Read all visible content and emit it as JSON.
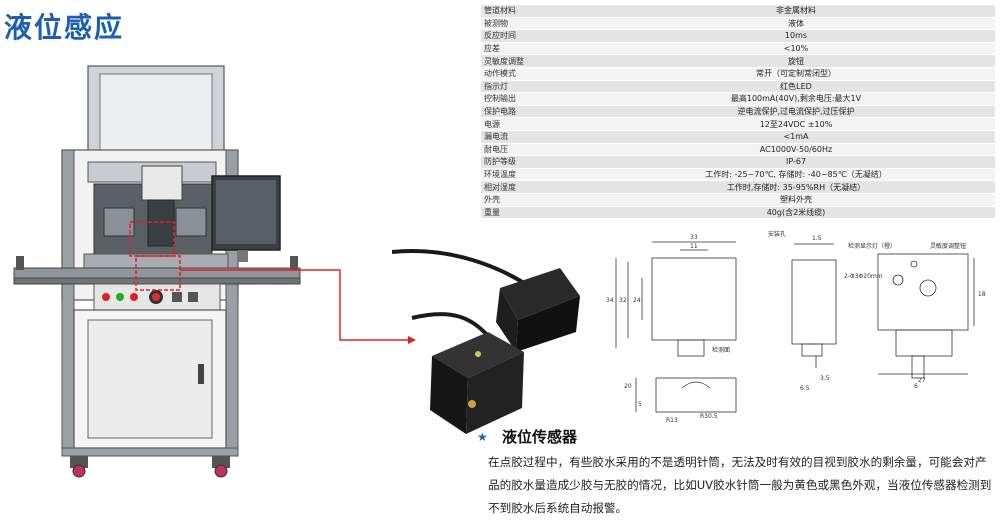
{
  "title": "液位感应",
  "spec_rows": [
    {
      "label": "管道材料",
      "value": "非金属材料"
    },
    {
      "label": "被测物",
      "value": "液体"
    },
    {
      "label": "反应时间",
      "value": "10ms"
    },
    {
      "label": "应差",
      "value": "<10%"
    },
    {
      "label": "灵敏度调整",
      "value": "旋钮"
    },
    {
      "label": "动作模式",
      "value": "常开（可定制常闭型）"
    },
    {
      "label": "指示灯",
      "value": "红色LED"
    },
    {
      "label": "控制输出",
      "value": "最高100mA(40V),剩余电压:最大1V"
    },
    {
      "label": "保护电路",
      "value": "逆电流保护,过电流保护,过压保护"
    },
    {
      "label": "电源",
      "value": "12至24VDC ±10%"
    },
    {
      "label": "漏电流",
      "value": "<1mA"
    },
    {
      "label": "耐电压",
      "value": "AC1000V-50/60Hz"
    },
    {
      "label": "防护等级",
      "value": "IP-67"
    },
    {
      "label": "环境温度",
      "value": "工作时: -25~70℃, 存储时: -40~85℃（无凝结）"
    },
    {
      "label": "相对湿度",
      "value": "工作时,存储时: 35-95%RH（无凝结）"
    },
    {
      "label": "外壳",
      "value": "塑料外壳"
    },
    {
      "label": "重量",
      "value": "40g(含2米线缆)"
    }
  ],
  "drawing": {
    "d33": "33",
    "d11": "11",
    "d34": "34",
    "d32": "32",
    "d24": "24",
    "d20": "20",
    "d5": "5",
    "r13": "R13",
    "r305": "R30.5",
    "label_detect": "检测面",
    "label_mount": "安装孔",
    "d15": "1.5",
    "d35": "3.5",
    "d65": "6.5",
    "label_indicator": "检测显示灯（橙）",
    "label_adjust": "灵敏度调整钮",
    "label_holes": "2-Φ3Φ20mm",
    "d18": "18",
    "d6": "6",
    "d27": "27"
  },
  "sensor_title": "液位传感器",
  "sensor_desc": "在点胶过程中，有些胶水采用的不是透明针筒，无法及时有效的目视到胶水的剩余量，可能会对产品的胶水量造成少胶与无胶的情况，比如UV胶水针筒一般为黄色或黑色外观，当液位传感器检测到不到胶水后系统自动报警。",
  "colors": {
    "title": "#1b5fae",
    "highlight": "#e02020"
  }
}
